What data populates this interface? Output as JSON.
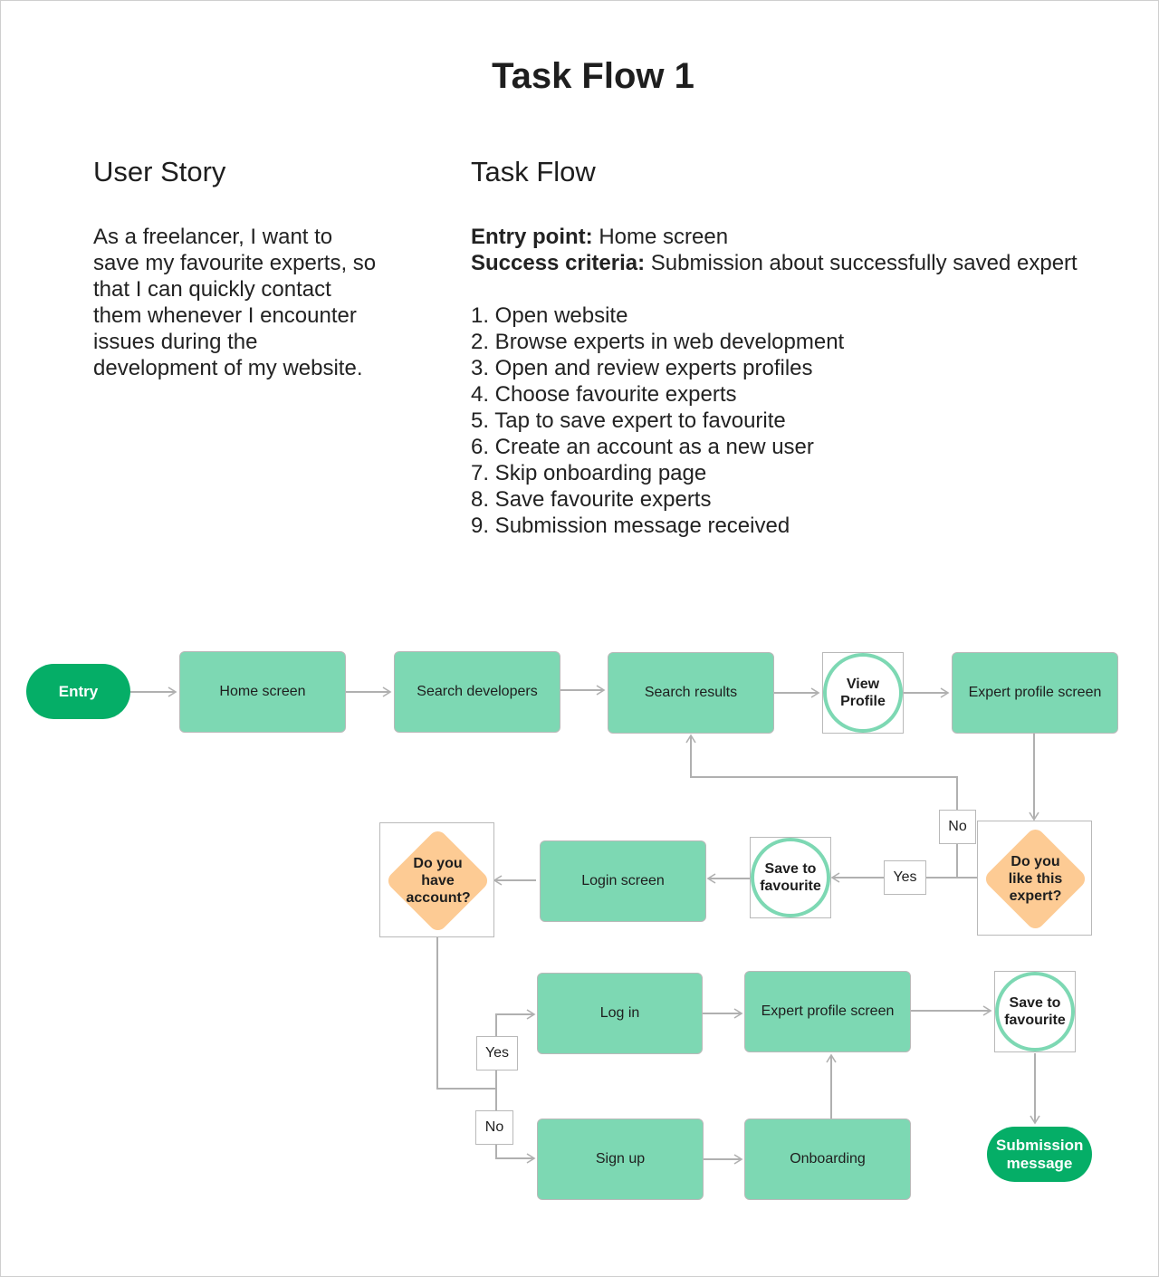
{
  "title": "Task Flow 1",
  "user_story": {
    "heading": "User Story",
    "text": "As a freelancer, I want to save my favourite experts, so that I can quickly contact them whenever I encounter issues during the development of my website."
  },
  "task_flow": {
    "heading": "Task Flow",
    "entry_label": "Entry point:",
    "entry_value": " Home screen",
    "success_label": "Success criteria:",
    "success_value": " Submission about successfully saved expert",
    "steps": [
      "1. Open website",
      "2. Browse experts in web development",
      "3. Open and review experts profiles",
      "4. Choose favourite experts",
      "5. Tap to save expert to favourite",
      "6. Create an account as a new user",
      "7. Skip onboarding page",
      "8. Save favourite experts",
      "9. Submission message received"
    ]
  },
  "diagram": {
    "colors": {
      "terminal": "#05ae67",
      "process": "#7dd8b3",
      "decision": "#fdcb94",
      "connector": "#b0b0b0"
    },
    "nodes": {
      "entry": "Entry",
      "home_screen": "Home screen",
      "search_developers": "Search developers",
      "search_results": "Search results",
      "view_profile": "View Profile",
      "expert_profile_1": "Expert profile screen",
      "like_expert": "Do you like this expert?",
      "save_favourite_1": "Save to favourite",
      "login_screen": "Login screen",
      "have_account": "Do you have account?",
      "log_in": "Log in",
      "sign_up": "Sign up",
      "onboarding": "Onboarding",
      "expert_profile_2": "Expert profile screen",
      "save_favourite_2": "Save to favourite",
      "submission": "Submission message"
    },
    "edge_labels": {
      "like_no": "No",
      "like_yes": "Yes",
      "account_yes": "Yes",
      "account_no": "No"
    }
  }
}
